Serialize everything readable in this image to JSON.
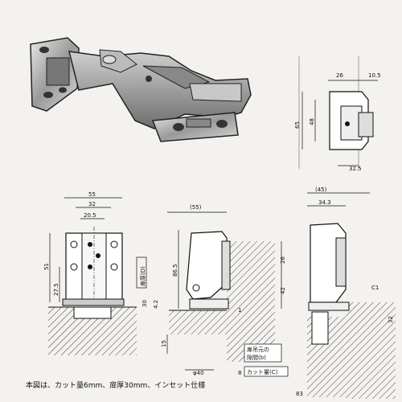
{
  "colors": {
    "ink": "#111111",
    "paper": "#f4f2ef",
    "metal_dark": "#555555",
    "metal_light": "#bdbdbd",
    "hatch": "#444444"
  },
  "photo": {
    "name": "hinge-photo"
  },
  "small_view": {
    "dims": [
      "26",
      "10.5",
      "65",
      "48",
      "32.5"
    ]
  },
  "front_view": {
    "dims": [
      "55",
      "32",
      "20.5",
      "51",
      "27.5"
    ]
  },
  "side_view": {
    "dims": [
      "(55)",
      "86.5",
      "30",
      "4.2",
      "26",
      "42",
      "1",
      "15",
      "φ40",
      "8"
    ],
    "label_door_thickness": "扉厚(D)",
    "label_opening_line1": "扉吊元の",
    "label_opening_line2": "隙間(b)",
    "label_cut": "カット量(C)"
  },
  "right_view": {
    "dims": [
      "(45)",
      "34.3",
      "C1",
      "32",
      "83"
    ]
  },
  "caption": "本図は、カット量6mm、扉厚30mm、インセット仕様"
}
